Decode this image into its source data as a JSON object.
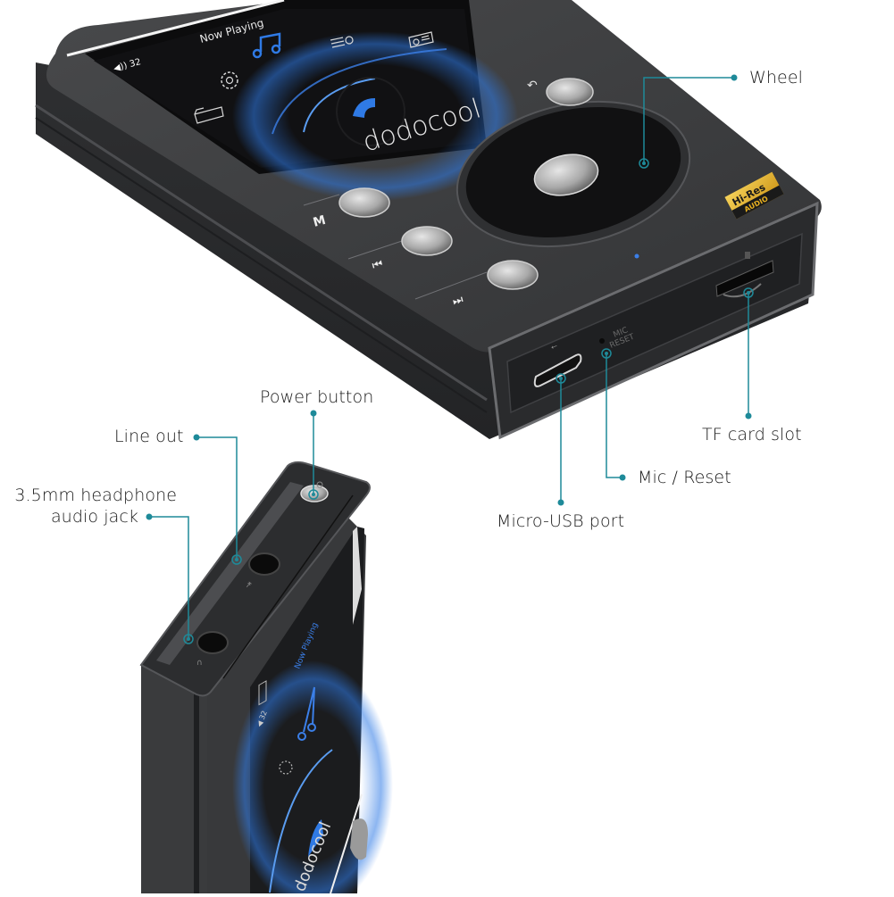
{
  "product": {
    "brand_logo": "dodocool",
    "badge": {
      "top": "Hi-Res",
      "bottom": "AUDIO",
      "colors": {
        "gold": "#e8b020",
        "dark": "#1a1a1a"
      }
    },
    "body_color": "#3b3c3e",
    "accent_color": "#1e8a99"
  },
  "screen": {
    "title": "Now Playing",
    "volume_indicator": "32",
    "icons": [
      "volume-icon",
      "settings-gear-icon",
      "music-note-icon",
      "equalizer-icon",
      "radio-icon",
      "folder-icon",
      "disc-icon"
    ],
    "highlight_color": "#2f7ae5"
  },
  "buttons": {
    "back_symbol": "↶",
    "menu_label": "M",
    "prev_symbol": "⏮",
    "next_symbol": "⏭"
  },
  "port_labels": {
    "mic_reset_line1": "MIC",
    "mic_reset_line2": "RESET"
  },
  "callouts": {
    "wheel": "Wheel",
    "tf_card_slot": "TF card slot",
    "mic_reset": "Mic / Reset",
    "micro_usb": "Micro-USB port",
    "power_button": "Power button",
    "line_out": "Line out",
    "headphone_line1": "3.5mm headphone",
    "headphone_line2": "audio jack"
  },
  "second_view": {
    "screen_title": "Now Playing",
    "volume_indicator": "32",
    "brand_logo": "dodocool"
  }
}
